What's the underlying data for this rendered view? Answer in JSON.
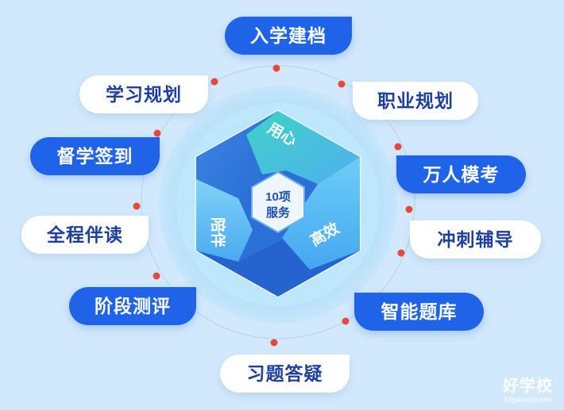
{
  "center": {
    "count_label": "10项",
    "service_label": "服务",
    "blades": [
      "用心",
      "高效",
      "陪伴"
    ]
  },
  "services": [
    {
      "label": "入学建档",
      "style": "blue"
    },
    {
      "label": "职业规划",
      "style": "white"
    },
    {
      "label": "万人模考",
      "style": "blue"
    },
    {
      "label": "冲刺辅导",
      "style": "white"
    },
    {
      "label": "智能题库",
      "style": "blue"
    },
    {
      "label": "习题答疑",
      "style": "white"
    },
    {
      "label": "阶段测评",
      "style": "blue"
    },
    {
      "label": "全程伴读",
      "style": "white"
    },
    {
      "label": "督学签到",
      "style": "blue"
    },
    {
      "label": "学习规划",
      "style": "white"
    }
  ],
  "colors": {
    "background": "#d2e9fb",
    "primary_blue": "#1f63e8",
    "white_text": "#1d3fa0",
    "dot": "#e8483a",
    "blade_light": "#5bc4f5",
    "blade_teal": "#3fd2c6",
    "blade_dark": "#2a74d8"
  },
  "watermark": {
    "brand": "好学校",
    "url": "51gaoxiao.com"
  }
}
